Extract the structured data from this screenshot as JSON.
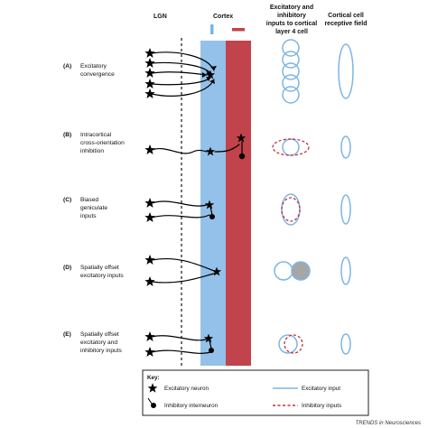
{
  "headers": {
    "lgn": "LGN",
    "cortex": "Cortex",
    "inputs": [
      "Excitatory and",
      "inhibitory",
      "inputs to cortical",
      "layer 4 cell"
    ],
    "receptive": [
      "Cortical cell",
      "receptive field"
    ]
  },
  "rows": [
    {
      "label": "(A)",
      "text": [
        "Excitatory",
        "convergence"
      ]
    },
    {
      "label": "(B)",
      "text": [
        "Intracortical",
        "cross-orientation",
        "inhibition"
      ]
    },
    {
      "label": "(C)",
      "text": [
        "Biased",
        "geniculate",
        "inputs"
      ]
    },
    {
      "label": "(D)",
      "text": [
        "Spatially offset",
        "excitatory inputs"
      ]
    },
    {
      "label": "(E)",
      "text": [
        "Spatially offset",
        "excitatory and",
        "inhibitory inputs"
      ]
    }
  ],
  "key": {
    "title": "Key:",
    "excitatory_neuron": "Excitatory neuron",
    "inhibitory_interneuron": "Inhibitory interneuron",
    "excitatory_input": "Excitatory input",
    "inhibitory_inputs": "Inhibitory inputs"
  },
  "credit": "TRENDS in Neurosciences",
  "colors": {
    "cortex_blue": "#93c1e9",
    "cortex_red": "#c1434b",
    "excitatory_line": "#7db5e5",
    "inhibitory_line": "#c0303a",
    "gray_fill": "#a6a6a6",
    "neuron": "#000000"
  }
}
